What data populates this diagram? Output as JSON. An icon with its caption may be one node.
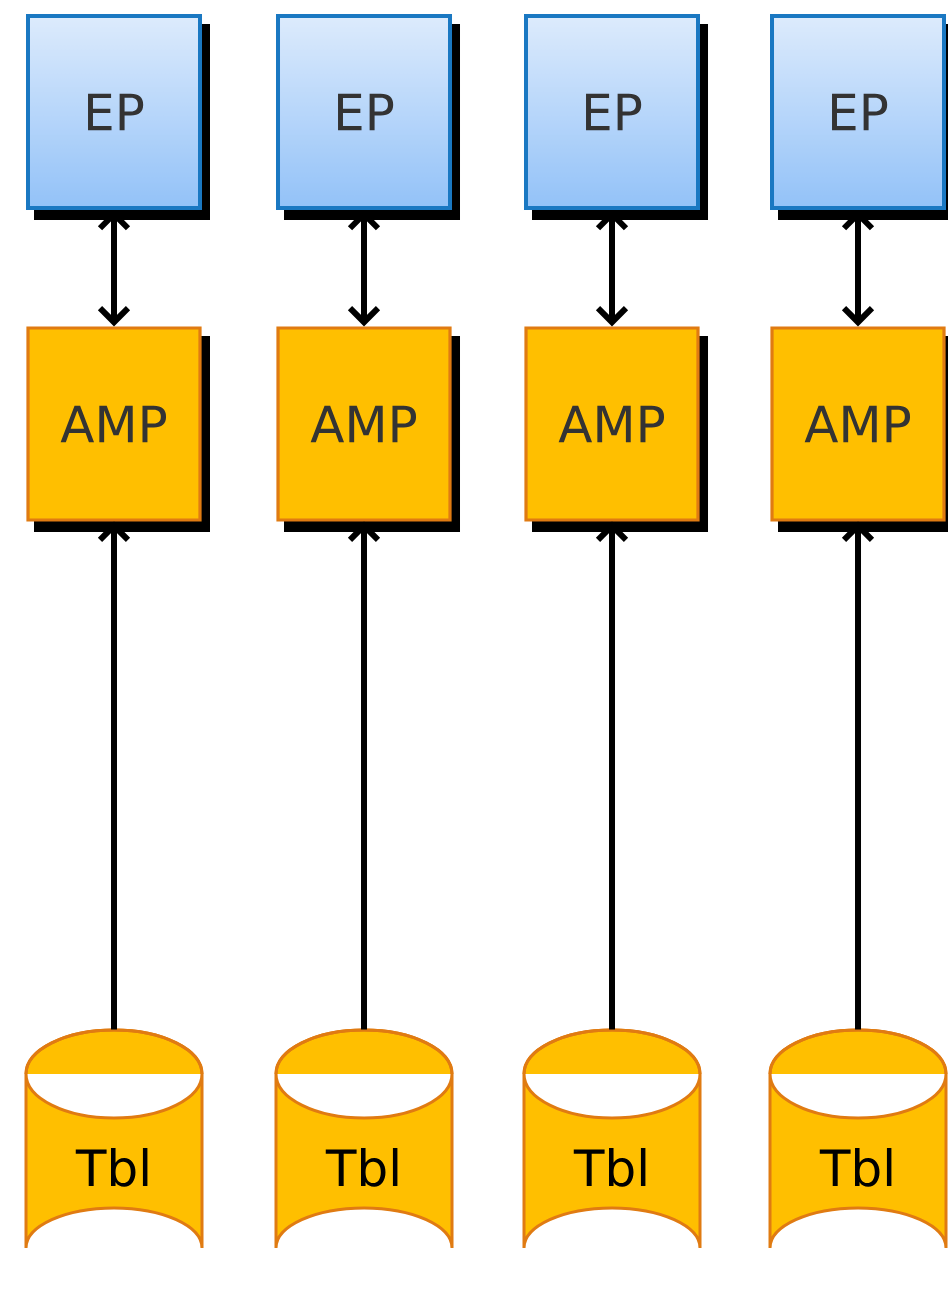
{
  "diagram": {
    "nodes": [
      {
        "text": [
          "EP"
        ]
      },
      {
        "text": [
          "EP"
        ]
      },
      {
        "text": [
          "EP"
        ]
      },
      {
        "text": [
          "EP"
        ]
      },
      {
        "text": [
          "AMP"
        ]
      },
      {
        "text": [
          "AMP"
        ]
      },
      {
        "text": [
          "AMP"
        ]
      },
      {
        "text": [
          "AMP"
        ]
      },
      {
        "text": [
          "Tbl"
        ]
      },
      {
        "text": [
          "Tbl"
        ]
      },
      {
        "text": [
          "Tbl"
        ]
      },
      {
        "text": [
          "Tbl"
        ]
      }
    ],
    "edges": [
      {
        "from": 0,
        "to": 4,
        "arrow": "both"
      },
      {
        "from": 1,
        "to": 5,
        "arrow": "both"
      },
      {
        "from": 2,
        "to": 6,
        "arrow": "both"
      },
      {
        "from": 3,
        "to": 7,
        "arrow": "both"
      },
      {
        "from": 8,
        "to": 4,
        "arrow": "to"
      },
      {
        "from": 9,
        "to": 5,
        "arrow": "to"
      },
      {
        "from": 10,
        "to": 6,
        "arrow": "to"
      },
      {
        "from": 11,
        "to": 7,
        "arrow": "to"
      }
    ]
  }
}
